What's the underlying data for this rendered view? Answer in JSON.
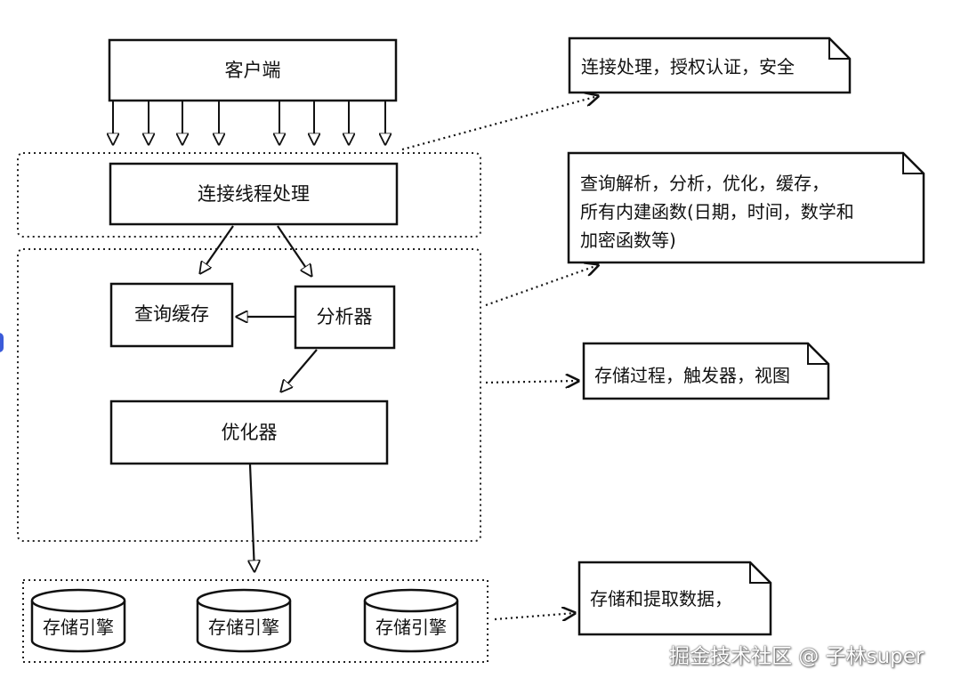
{
  "boxes": {
    "client": "客户端",
    "connection_thread": "连接线程处理",
    "query_cache": "查询缓存",
    "parser": "分析器",
    "optimizer": "优化器"
  },
  "engines": [
    "存储引擎",
    "存储引擎",
    "存储引擎"
  ],
  "notes": {
    "connection": [
      "连接处理，授权认证，安全"
    ],
    "parsing": [
      "查询解析，分析，优化，缓存，",
      "所有内建函数(日期，时间，数学和",
      "加密函数等)"
    ],
    "procedures": [
      "存储过程，触发器，视图"
    ],
    "storage": [
      "存储和提取数据，"
    ]
  },
  "watermark": "掘金技术社区 @ 子林super"
}
